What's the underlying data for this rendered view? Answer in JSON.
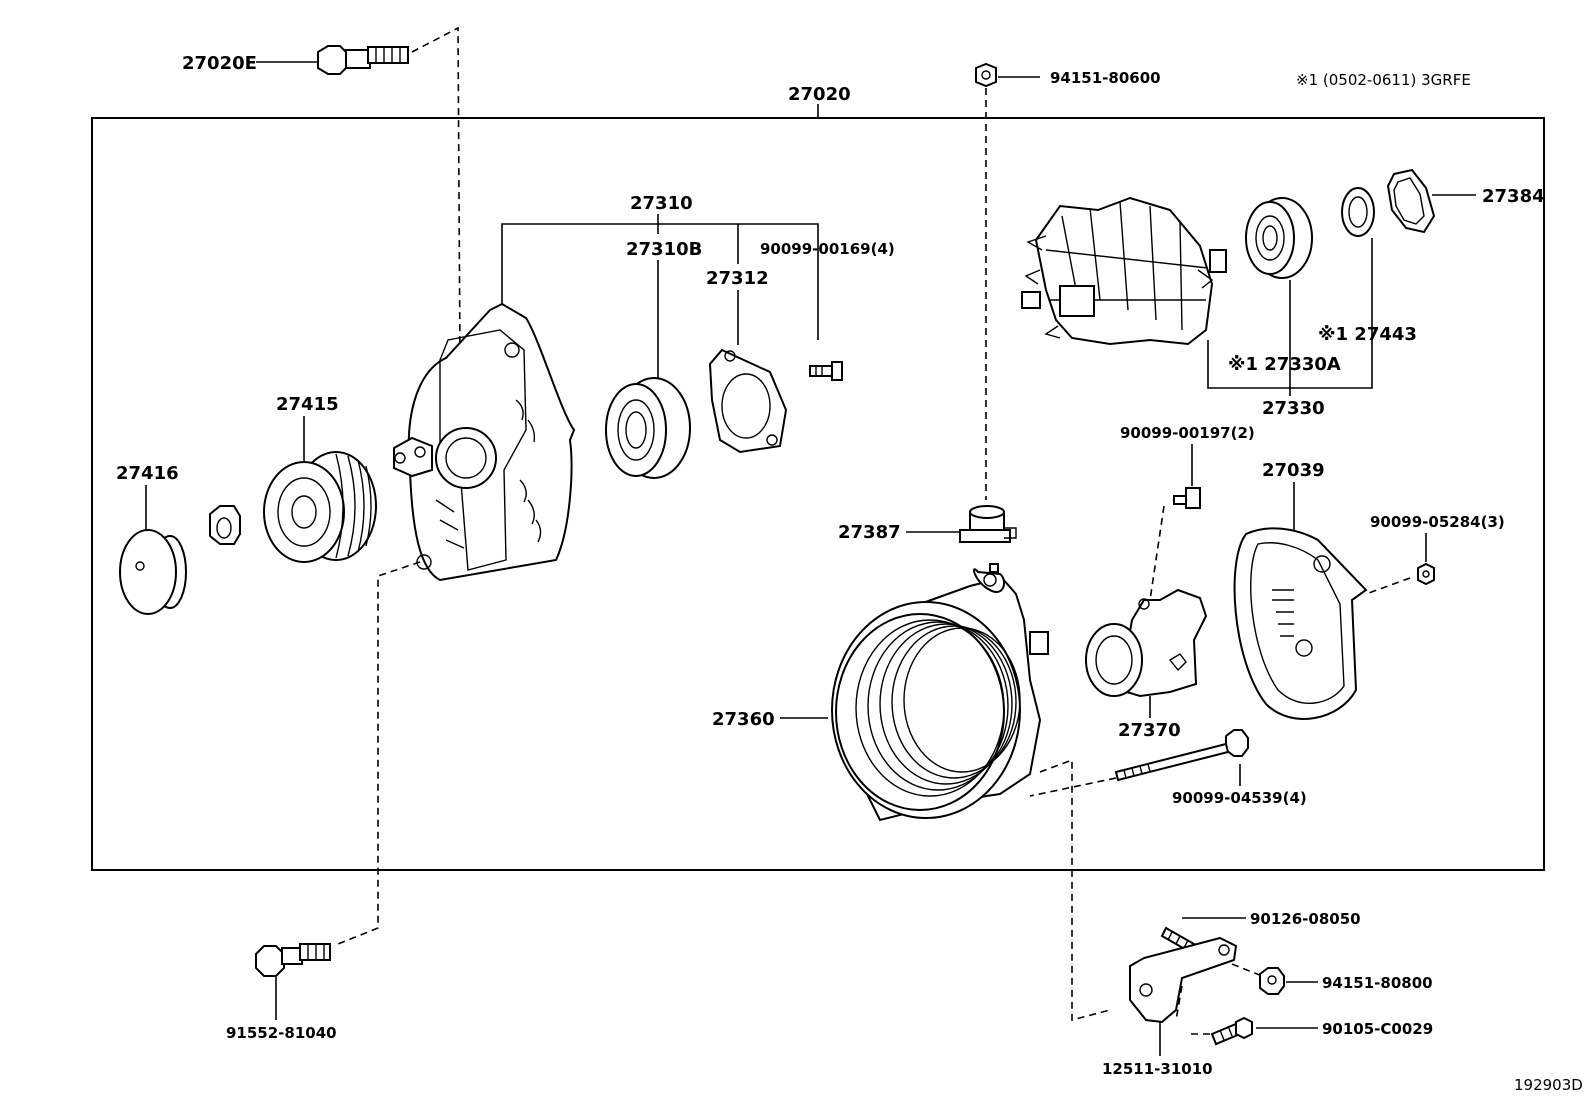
{
  "diagram": {
    "assembly_label": "27020",
    "note": "※1 (0502-0611) 3GRFE",
    "figure_code": "192903D",
    "parts": {
      "p27020E": "27020E",
      "p94151_80600": "94151-80600",
      "p27310": "27310",
      "p27310B": "27310B",
      "p27312": "27312",
      "p90099_00169": "90099-00169(4)",
      "p27384": "27384",
      "p27443": "※1 27443",
      "p27330A": "※1 27330A",
      "p27330": "27330",
      "p27415": "27415",
      "p27416": "27416",
      "p90099_00197": "90099-00197(2)",
      "p27039": "27039",
      "p27387": "27387",
      "p90099_05284": "90099-05284(3)",
      "p27360": "27360",
      "p27370": "27370",
      "p90099_04539": "90099-04539(4)",
      "p91552_81040": "91552-81040",
      "p90126_08050": "90126-08050",
      "p94151_80800": "94151-80800",
      "p90105_C0029": "90105-C0029",
      "p12511_31010": "12511-31010"
    }
  }
}
